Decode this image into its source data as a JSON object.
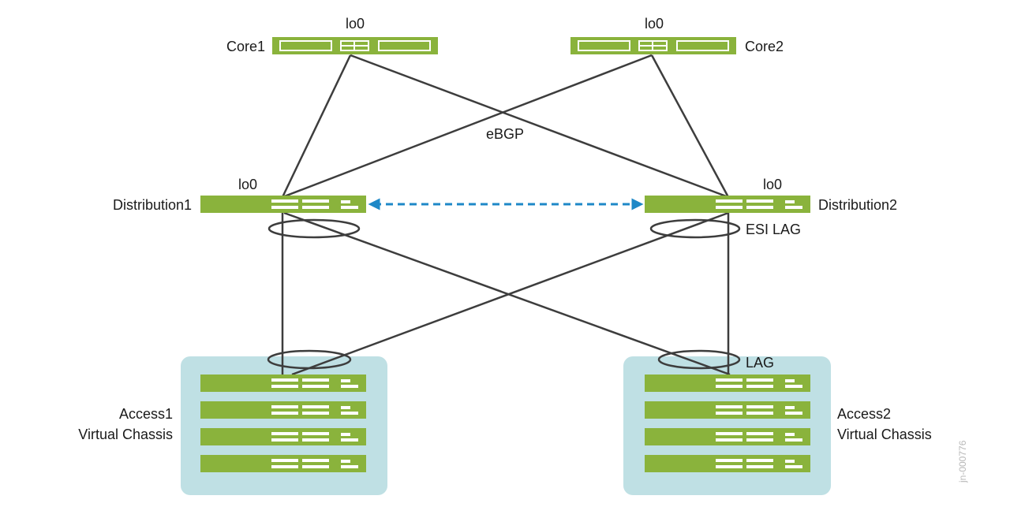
{
  "core": [
    {
      "name": "Core1",
      "loopback": "lo0"
    },
    {
      "name": "Core2",
      "loopback": "lo0"
    }
  ],
  "distribution": [
    {
      "name": "Distribution1",
      "loopback": "lo0"
    },
    {
      "name": "Distribution2",
      "loopback": "lo0"
    }
  ],
  "access": [
    {
      "line1": "Access1",
      "line2": "Virtual Chassis",
      "members": 4
    },
    {
      "line1": "Access2",
      "line2": "Virtual Chassis",
      "members": 4
    }
  ],
  "labels": {
    "ebgp": "eBGP",
    "esi_lag": "ESI LAG",
    "lag": "LAG"
  },
  "figure_id": "jn-000776",
  "colors": {
    "switch_green": "#8ab33c",
    "vc_background": "#bfe0e4",
    "link": "#3d3d3d",
    "dashed_link": "#1e88c7"
  }
}
